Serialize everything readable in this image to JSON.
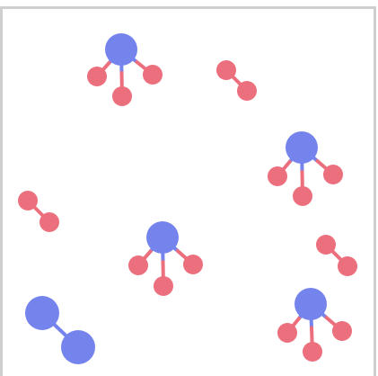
{
  "colors": {
    "background": "#ffffff",
    "frame": "#cfcfcf",
    "blue_atom": "#7583ec",
    "red_atom": "#ec6f7d"
  },
  "molecules": [
    {
      "kind": "XY3",
      "center_color": "blue",
      "ligand_color": "red"
    },
    {
      "kind": "Y2",
      "atom_color": "red"
    },
    {
      "kind": "XY3",
      "center_color": "blue",
      "ligand_color": "red"
    },
    {
      "kind": "Y2",
      "atom_color": "red"
    },
    {
      "kind": "XY3",
      "center_color": "blue",
      "ligand_color": "red"
    },
    {
      "kind": "Y2",
      "atom_color": "red"
    },
    {
      "kind": "X2",
      "atom_color": "blue"
    },
    {
      "kind": "XY3",
      "center_color": "blue",
      "ligand_color": "red"
    }
  ]
}
